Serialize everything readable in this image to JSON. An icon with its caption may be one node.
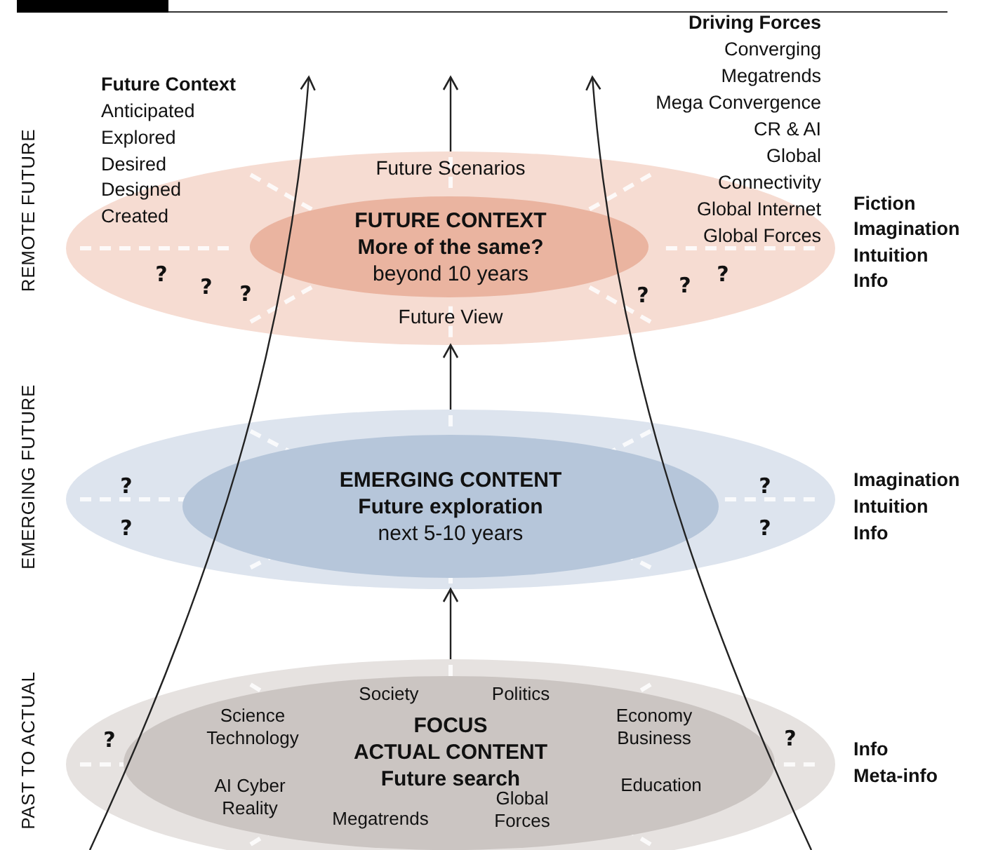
{
  "diagram": {
    "nodes": [
      {
        "text": [
          "Future Scenarios",
          "Future View"
        ]
      },
      {
        "text": [
          "FUTURE CONTEXT",
          "More of the same?",
          "beyond 10 years"
        ],
        "in": 0
      },
      {
        "text": [],
        "shape": "ellipse"
      },
      {
        "text": [
          "EMERGING CONTENT",
          "Future exploration",
          "next 5-10 years"
        ],
        "in": 2
      },
      {
        "text": [],
        "shape": "ellipse"
      },
      {
        "text": [
          "Society",
          "Politics",
          "Science Technology",
          "FOCUS",
          "ACTUAL CONTENT",
          "Future search",
          "Economy Business",
          "AI Cyber Reality",
          "Megatrends",
          "Global Forces",
          "Education"
        ],
        "in": 4
      }
    ],
    "edges": [
      {
        "from": 4,
        "to": 2,
        "arrow": "to"
      },
      {
        "from": 2,
        "to": 0,
        "arrow": "to"
      },
      {
        "from": 0,
        "to": null,
        "arrow": "to"
      }
    ],
    "labels": [
      "REMOTE FUTURE",
      "EMERGING FUTURE",
      "PAST TO ACTUAL",
      "Future Context",
      "Anticipated",
      "Explored",
      "Desired",
      "Designed",
      "Created",
      "Driving Forces",
      "Converging",
      "Megatrends",
      "Mega Convergence",
      "CR & AI",
      "Global",
      "Connectivity",
      "Global Internet",
      "Global Forces",
      "Fiction",
      "Imagination",
      "Intuition",
      "Info",
      "?",
      "?",
      "?",
      "?",
      "?",
      "?",
      "?",
      "?",
      "?",
      "?",
      "Imagination",
      "Intuition",
      "Info",
      "?",
      "?",
      "Info",
      "Meta-info"
    ]
  }
}
